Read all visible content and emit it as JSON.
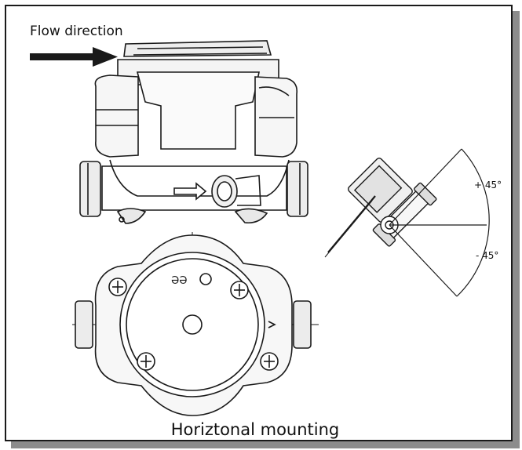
{
  "labels": {
    "flow_direction": "Flow direction",
    "caption": "Horiztonal mounting",
    "angle_plus": "+ 45°",
    "angle_minus": "- 45°"
  },
  "colors": {
    "line": "#1a1a1a",
    "frame_shadow": "#8c8c8c",
    "background": "#ffffff"
  }
}
